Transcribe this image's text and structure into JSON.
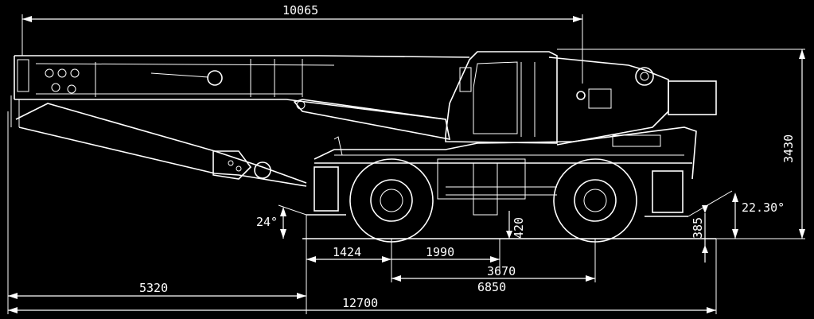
{
  "drawing": {
    "line_color": "#ffffff",
    "background_color": "#000000",
    "dimensions": {
      "boom_reach": "10065",
      "height": "3430",
      "front_overhang": "1424",
      "axle_to_center": "1990",
      "center_to_rear": "3670",
      "wheelbase": "6850",
      "boom_overhang": "5320",
      "overall_length": "12700",
      "ground_clearance": "420",
      "rear_clearance": "385",
      "approach_angle": "24°",
      "departure_angle": "22.30°"
    }
  }
}
